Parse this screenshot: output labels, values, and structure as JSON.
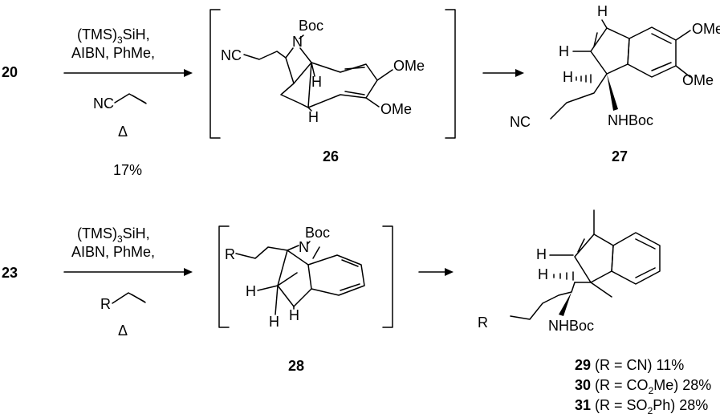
{
  "row1": {
    "start_compound": "20",
    "reagents": {
      "line1": "(TMS)",
      "line1_sub": "3",
      "line1_tail": "SiH,",
      "line2": "AIBN, PhMe,",
      "alkene_label": "NC",
      "heat": "Δ",
      "yield": "17%"
    },
    "intermediate": {
      "number": "26",
      "labels": {
        "nc": "NC",
        "boc": "Boc",
        "n": "N",
        "h_top": "H",
        "h_bottom": "H",
        "ome_top": "OMe",
        "ome_bottom": "OMe"
      }
    },
    "product": {
      "number": "27",
      "labels": {
        "h_top": "H",
        "h_left": "H",
        "h_stereo": "H",
        "ome_top": "OMe",
        "ome_bottom": "OMe",
        "nc": "NC",
        "nhboc": "NHBoc"
      }
    }
  },
  "row2": {
    "start_compound": "23",
    "reagents": {
      "line1": "(TMS)",
      "line1_sub": "3",
      "line1_tail": "SiH,",
      "line2": "AIBN, PhMe,",
      "alkene_label": "R",
      "heat": "Δ"
    },
    "intermediate": {
      "number": "28",
      "labels": {
        "r": "R",
        "boc": "Boc",
        "n": "N",
        "h_left": "H",
        "h_bottom1": "H",
        "h_bottom2": "H"
      }
    },
    "product": {
      "labels": {
        "h_left": "H",
        "h_stereo": "H",
        "r": "R",
        "nhboc": "NHBoc"
      },
      "results": [
        {
          "number": "29",
          "pre": "(R = CN) 11%",
          "sub": "",
          "post": ""
        },
        {
          "number": "30",
          "pre": "(R = CO",
          "sub": "2",
          "post": "Me) 28%"
        },
        {
          "number": "31",
          "pre": "(R = SO",
          "sub": "2",
          "post": "Ph) 28%"
        }
      ]
    }
  }
}
